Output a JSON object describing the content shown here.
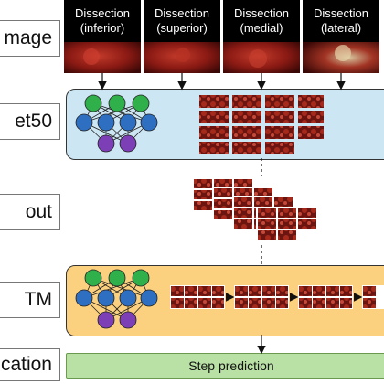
{
  "headers": [
    {
      "line1": "Dissection",
      "line2": "(inferior)"
    },
    {
      "line1": "Dissection",
      "line2": "(superior)"
    },
    {
      "line1": "Dissection",
      "line2": "(medial)"
    },
    {
      "line1": "Dissection",
      "line2": "(lateral)"
    }
  ],
  "side_labels": {
    "image": "mage",
    "resnet": "et50",
    "dropout": "out",
    "lstm": "TM",
    "classification": "cation"
  },
  "output_label": "Step prediction",
  "colors": {
    "resnet_panel": "#cde6f4",
    "lstm_panel": "#fbd07f",
    "step_bar": "#b9e0a5",
    "node_green": "#2fb04a",
    "node_blue": "#2f6fc1",
    "node_purple": "#7d3fb5",
    "tissue": "#8b1a14"
  }
}
